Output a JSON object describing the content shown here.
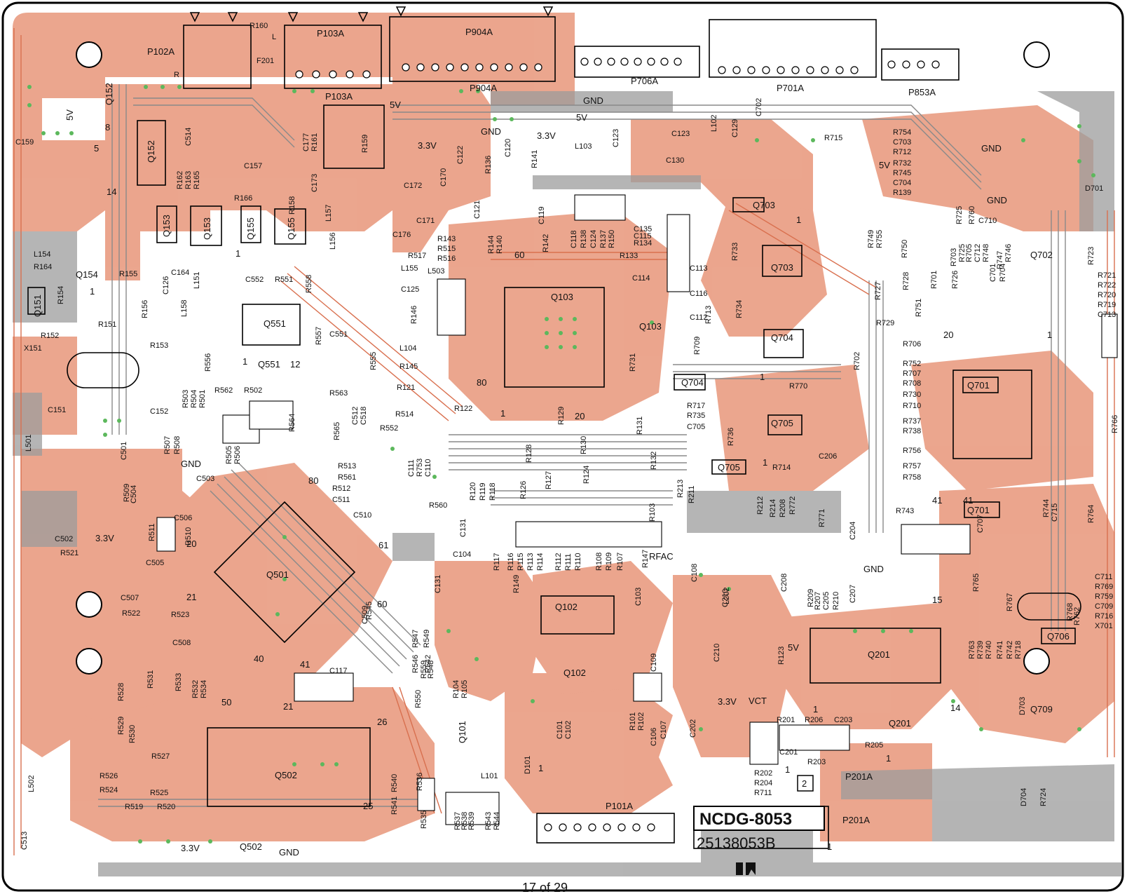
{
  "board": {
    "id": "NCDG-8053",
    "part_number": "25138053B",
    "cert_mark": "ЯU",
    "page_indicator": "17 of 29",
    "box_number": "2"
  },
  "connectors": [
    {
      "name": "P102A"
    },
    {
      "name": "P103A"
    },
    {
      "name": "P103A"
    },
    {
      "name": "P904A"
    },
    {
      "name": "P904A"
    },
    {
      "name": "P706A"
    },
    {
      "name": "P701A"
    },
    {
      "name": "P853A"
    },
    {
      "name": "P101A"
    },
    {
      "name": "P201A"
    },
    {
      "name": "P201A"
    }
  ],
  "ics": [
    "Q501",
    "Q502",
    "Q502",
    "Q103",
    "Q103",
    "Q201",
    "Q201",
    "Q701",
    "Q701",
    "Q551",
    "Q102",
    "Q102",
    "Q101",
    "Q702",
    "Q703",
    "Q703",
    "Q704",
    "Q704",
    "Q705",
    "Q705",
    "Q706",
    "Q709",
    "Q151",
    "Q152",
    "Q152",
    "Q153",
    "Q153",
    "Q155",
    "Q155",
    "Q154",
    "Q551"
  ],
  "power_labels": [
    "5V",
    "5V",
    "5V",
    "5V",
    "5V",
    "3.3V",
    "3.3V",
    "3.3V",
    "3.3V",
    "3.3V",
    "GND",
    "GND",
    "GND",
    "GND",
    "GND",
    "GND",
    "GND",
    "VCT",
    "RFAC"
  ],
  "ref_labels": [
    "R160",
    "L",
    "F201",
    "R",
    "C159",
    "L154",
    "R164",
    "R155",
    "C126",
    "C164",
    "L158",
    "L151",
    "R154",
    "R156",
    "R152",
    "R151",
    "R153",
    "X151",
    "C151",
    "C152",
    "L501",
    "C501",
    "C504",
    "R509",
    "R511",
    "R510",
    "C506",
    "C503",
    "C505",
    "C502",
    "R521",
    "C507",
    "R522",
    "R523",
    "C508",
    "R528",
    "R531",
    "R533",
    "R532",
    "R534",
    "R529",
    "R530",
    "R527",
    "R526",
    "R525",
    "R524",
    "R520",
    "R519",
    "L502",
    "C513",
    "C514",
    "C157",
    "C177",
    "R161",
    "R162",
    "R163",
    "R165",
    "R166",
    "R158",
    "C173",
    "R159",
    "L157",
    "L156",
    "C176",
    "C172",
    "C171",
    "C170",
    "C122",
    "R136",
    "C120",
    "R141",
    "C121",
    "R144",
    "R140",
    "C119",
    "R142",
    "R143",
    "R515",
    "R516",
    "R517",
    "L155",
    "L503",
    "C125",
    "R146",
    "L104",
    "R145",
    "R121",
    "C552",
    "R551",
    "R558",
    "R557",
    "C551",
    "R555",
    "R556",
    "R563",
    "R562",
    "R503",
    "R504",
    "R501",
    "R502",
    "R564",
    "R565",
    "C512",
    "C518",
    "R507",
    "R508",
    "R505",
    "R506",
    "R552",
    "R514",
    "R513",
    "R561",
    "R512",
    "C511",
    "C510",
    "C111",
    "R753",
    "C110",
    "R122",
    "R128",
    "R129",
    "R130",
    "R124",
    "R131",
    "R132",
    "R127",
    "R126",
    "R120",
    "R119",
    "R118",
    "R560",
    "C131",
    "C131",
    "R149",
    "C104",
    "R117",
    "R116",
    "R115",
    "R113",
    "R114",
    "R112",
    "R111",
    "R110",
    "R108",
    "R109",
    "R107",
    "R103",
    "R147",
    "C103",
    "C108",
    "C109",
    "C107",
    "C106",
    "R101",
    "R102",
    "R104",
    "R105",
    "C101",
    "C102",
    "L101",
    "D101",
    "R541",
    "R540",
    "R536",
    "R535",
    "R537",
    "R538",
    "R539",
    "R543",
    "R544",
    "R545",
    "C509",
    "R547",
    "R549",
    "R546",
    "R550",
    "R559",
    "R548",
    "R542",
    "C117",
    "L103",
    "C123",
    "C123",
    "C130",
    "L102",
    "C129",
    "C702",
    "R715",
    "R754",
    "C703",
    "R712",
    "R732",
    "R745",
    "C704",
    "R139",
    "C118",
    "R138",
    "C124",
    "R137",
    "R150",
    "C135",
    "C115",
    "R134",
    "R133",
    "C114",
    "C113",
    "C116",
    "C112",
    "R731",
    "R733",
    "R734",
    "R713",
    "R709",
    "R717",
    "R735",
    "C705",
    "R736",
    "R714",
    "R770",
    "C206",
    "R213",
    "R211",
    "R212",
    "R214",
    "R208",
    "R772",
    "R771",
    "C204",
    "R209",
    "R207",
    "C205",
    "R210",
    "C207",
    "C208",
    "L202",
    "C210",
    "C210",
    "R123",
    "C202",
    "R201",
    "R206",
    "C203",
    "R205",
    "C201",
    "R203",
    "R202",
    "R204",
    "R711",
    "R749",
    "R755",
    "R750",
    "R728",
    "R727",
    "R751",
    "R729",
    "R706",
    "R752",
    "R707",
    "R708",
    "R730",
    "R710",
    "R737",
    "R738",
    "R756",
    "R757",
    "R758",
    "R743",
    "R744",
    "C715",
    "R764",
    "C707",
    "R765",
    "R767",
    "R768",
    "R762",
    "R763",
    "R739",
    "R740",
    "R741",
    "R742",
    "R718",
    "R702",
    "R701",
    "R726",
    "R703",
    "R725",
    "R705",
    "C712",
    "R748",
    "C701",
    "R747",
    "R704",
    "R746",
    "R725",
    "R760",
    "C710",
    "D701",
    "R723",
    "R721",
    "R722",
    "R720",
    "R719",
    "C713",
    "C711",
    "R769",
    "R759",
    "C709",
    "R716",
    "X701",
    "R766",
    "D703",
    "D704",
    "R724"
  ],
  "pin_numbers": [
    "1",
    "1",
    "1",
    "1",
    "1",
    "1",
    "1",
    "1",
    "1",
    "1",
    "1",
    "1",
    "1",
    "5",
    "8",
    "12",
    "14",
    "14",
    "15",
    "20",
    "20",
    "20",
    "21",
    "21",
    "25",
    "26",
    "40",
    "41",
    "41",
    "41",
    "50",
    "60",
    "60",
    "61",
    "80",
    "80"
  ]
}
